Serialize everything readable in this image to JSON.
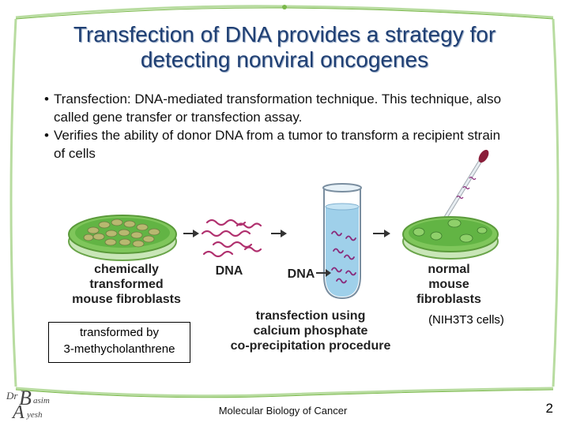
{
  "slide": {
    "title_line1": "Transfection of DNA provides a strategy for",
    "title_line2": "detecting nonviral oncogenes",
    "bullets": [
      {
        "term": "Transfection",
        "text": ": DNA-mediated transformation technique. This technique, also called gene transfer or transfection assay."
      },
      {
        "term": "",
        "text": "Verifies the ability of donor DNA from a tumor to transform a recipient strain of cells"
      }
    ]
  },
  "figure": {
    "label_left": [
      "chemically",
      "transformed",
      "mouse fibroblasts"
    ],
    "label_dna_strands": "DNA",
    "label_dna_tube": "DNA",
    "label_transfection": [
      "transfection using",
      "calcium phosphate",
      "co-precipitation procedure"
    ],
    "label_right": [
      "normal",
      "mouse",
      "fibroblasts"
    ],
    "boxed_note": [
      "transformed by",
      "3-methycholanthrene"
    ],
    "nih_note": "(NIH3T3 cells)"
  },
  "footer": {
    "course": "Molecular Biology of Cancer",
    "page": "2"
  },
  "logo": {
    "letters": [
      "Dr",
      "B",
      "asim",
      "A",
      "yesh"
    ]
  },
  "colors": {
    "title": "#1f3f73",
    "frame_green": "#7ab84a",
    "dish_green": "#5fb84a",
    "dna_strand": "#b0306e",
    "tube_liquid": "#9fd0ea",
    "arrow": "#333333"
  }
}
